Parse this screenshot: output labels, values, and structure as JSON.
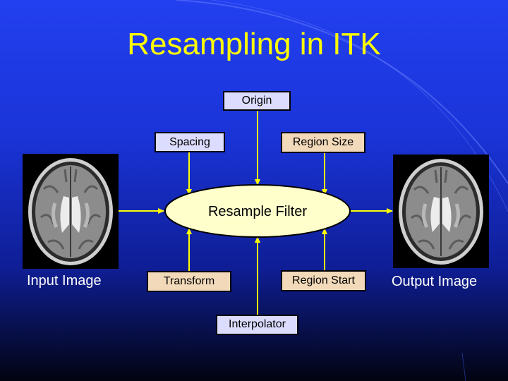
{
  "title": "Resampling in ITK",
  "nodes": {
    "origin": "Origin",
    "spacing": "Spacing",
    "region_size": "Region Size",
    "resample_filter": "Resample Filter",
    "transform": "Transform",
    "region_start": "Region Start",
    "interpolator": "Interpolator"
  },
  "captions": {
    "input": "Input Image",
    "output": "Output Image"
  },
  "colors": {
    "title": "#ffff00",
    "arrow": "#ffff00",
    "filter_fill": "#ffffcc",
    "box_blue": "#dcdcff",
    "box_tan": "#f2d9b9"
  },
  "icons": {
    "input_image": "brain-mri-axial",
    "output_image": "brain-mri-axial"
  }
}
